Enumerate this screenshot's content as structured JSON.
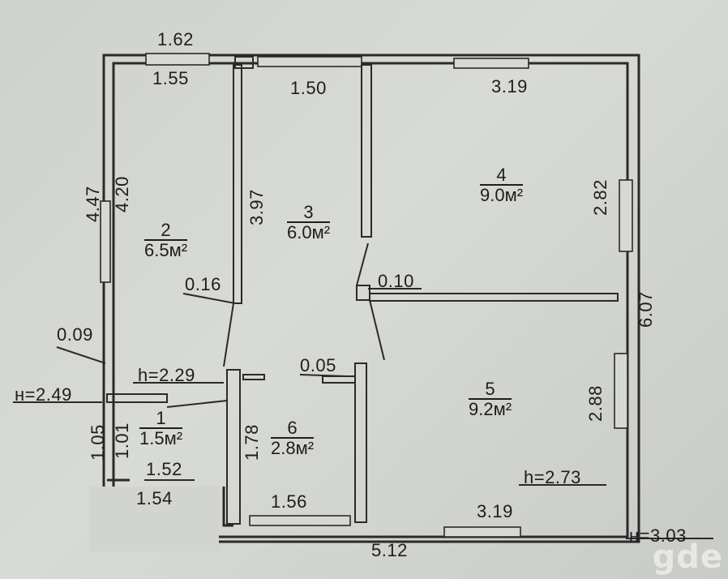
{
  "dimensions": {
    "top_outer_left": "1.62",
    "top_inner_left": "1.55",
    "room3_top": "1.50",
    "room4_top": "3.19",
    "left_outer": "4.47",
    "left_inner": "4.20",
    "room3_side": "3.97",
    "room4_side": "2.82",
    "right_total": "6.07",
    "wall_016": "0.16",
    "wall_010": "0.10",
    "wall_009": "0.09",
    "wall_005": "0.05",
    "h_229": "h=2.29",
    "h_249": "н=2.49",
    "room5_side": "2.88",
    "h_273": "h=2.73",
    "room6_side": "1.78",
    "bottom_left_outer": "1.05",
    "bottom_left_inner": "1.01",
    "bottom_152": "1.52",
    "bottom_154": "1.54",
    "room6_bottom": "1.56",
    "room5_bottom": "3.19",
    "bottom_total": "5.12",
    "h_303": "н=3.03"
  },
  "rooms": [
    {
      "num": "2",
      "area": "6.5м²"
    },
    {
      "num": "3",
      "area": "6.0м²"
    },
    {
      "num": "4",
      "area": "9.0м²"
    },
    {
      "num": "5",
      "area": "9.2м²"
    },
    {
      "num": "6",
      "area": "2.8м²"
    },
    {
      "num": "1",
      "area": "1.5м²"
    }
  ],
  "watermark": "gde"
}
